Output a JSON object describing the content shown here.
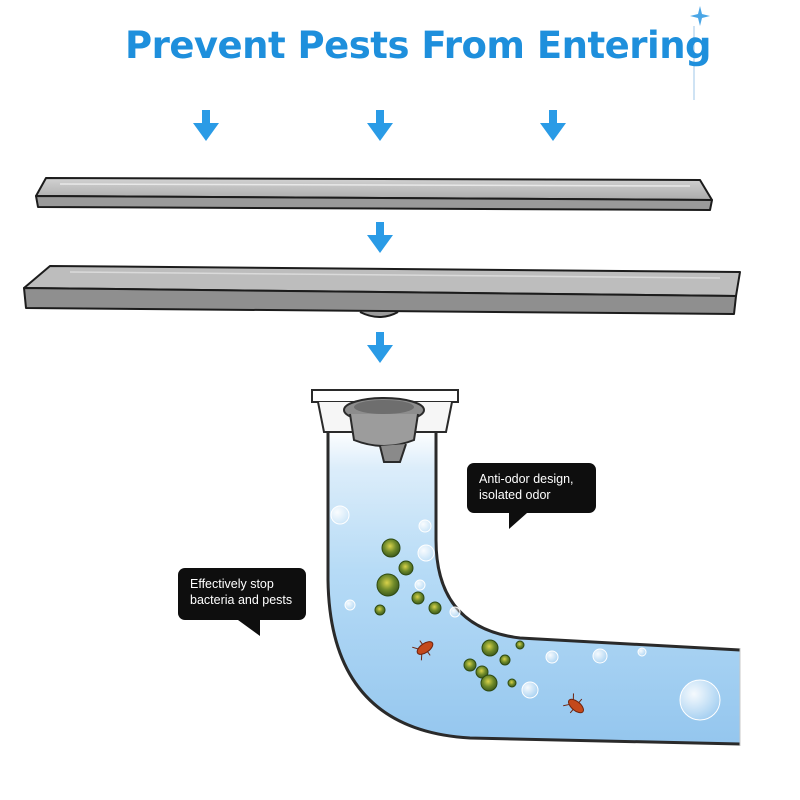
{
  "headline": "Prevent Pests From Entering",
  "callouts": {
    "odor": [
      "Anti-odor design,",
      "isolated odor"
    ],
    "pests": [
      "Effectively stop",
      "bacteria and pests"
    ]
  },
  "colors": {
    "headline": "#1e8fdc",
    "arrow": "#2a9be6",
    "water": "#a6d2f3",
    "steel": "#b5b5b5",
    "callout_bg": "#0e0e0e"
  },
  "icons": [
    "down-arrow-icon",
    "sparkle-icon",
    "germ-icon",
    "cockroach-icon"
  ]
}
